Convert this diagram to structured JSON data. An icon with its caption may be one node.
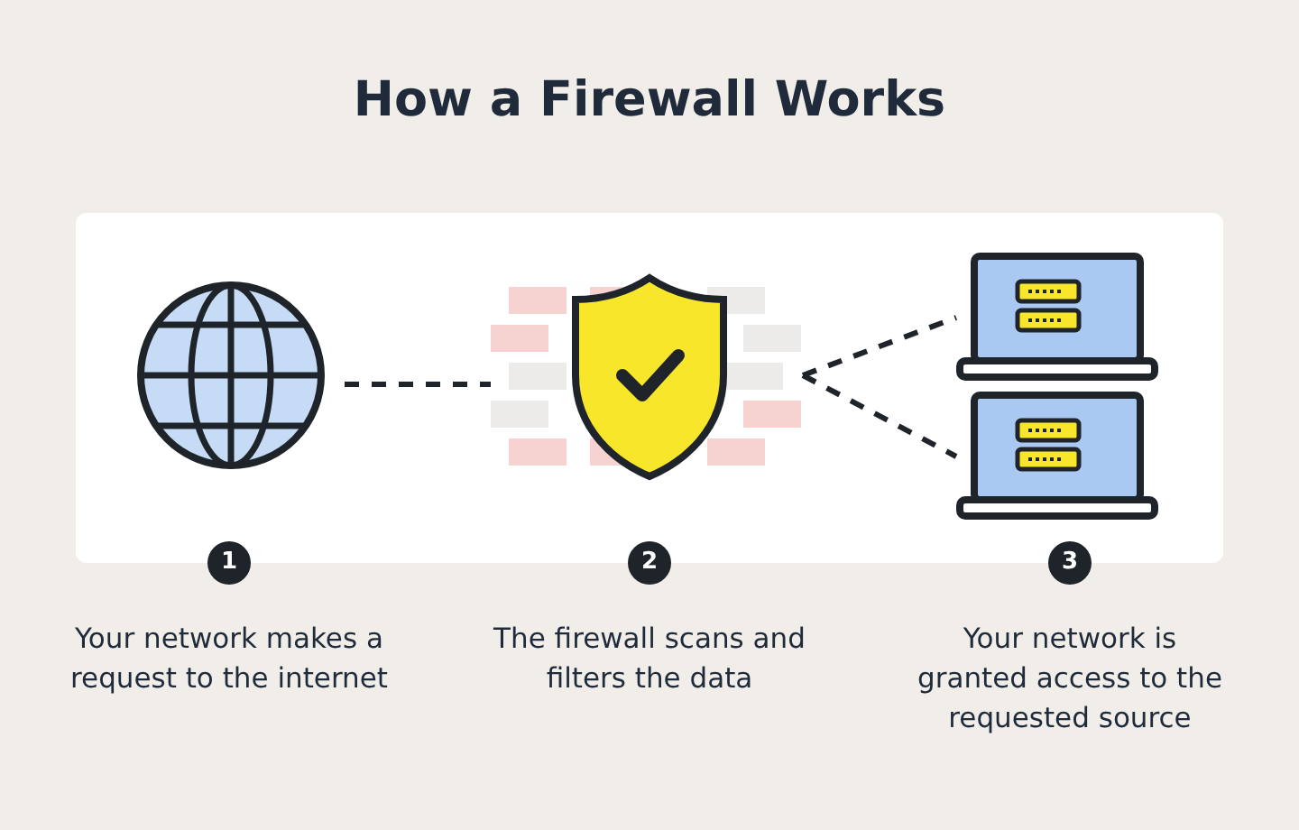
{
  "diagram": {
    "title": "How a Firewall Works",
    "nodes": [
      {
        "text": [],
        "shape": "picture"
      },
      {
        "text": [],
        "shape": "picture"
      },
      {
        "text": [],
        "shape": "picture"
      },
      {
        "text": [],
        "shape": "picture"
      }
    ],
    "edges": [
      {
        "from": 0,
        "to": 1,
        "arrow": "none",
        "style": "dashed"
      },
      {
        "from": 1,
        "to": 2,
        "arrow": "none",
        "style": "dashed"
      },
      {
        "from": 1,
        "to": 3,
        "arrow": "none",
        "style": "dashed"
      }
    ],
    "labels": [
      "1",
      "Your network makes a request to the internet",
      "2",
      "The firewall scans and filters the data",
      "3",
      "Your network is granted access to the requested source"
    ]
  }
}
